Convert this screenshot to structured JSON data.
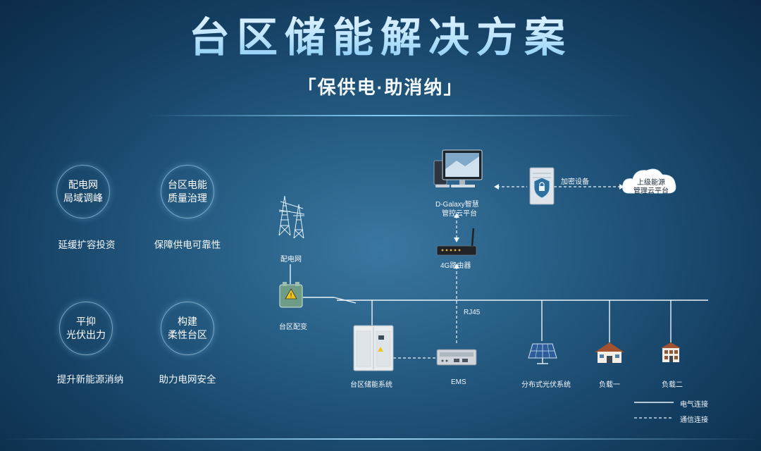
{
  "title": "台区储能解决方案",
  "subtitle": "「保供电·助消纳」",
  "benefits": [
    {
      "line1": "配电网",
      "line2": "局域调峰",
      "caption": "延缓扩容投资"
    },
    {
      "line1": "台区电能",
      "line2": "质量治理",
      "caption": "保障供电可靠性"
    },
    {
      "line1": "平抑",
      "line2": "光伏出力",
      "caption": "提升新能源消纳"
    },
    {
      "line1": "构建",
      "line2": "柔性台区",
      "caption": "助力电网安全"
    }
  ],
  "diagram": {
    "grid": "配电网",
    "transformer": "台区配变",
    "platform_line1": "D-Galaxy智慧",
    "platform_line2": "管控云平台",
    "encryption": "加密设备",
    "cloud_line1": "上级能源",
    "cloud_line2": "管理云平台",
    "router": "4G路由器",
    "rj45": "RJ45",
    "storage": "台区储能系统",
    "ems": "EMS",
    "pv": "分布式光伏系统",
    "load1": "负载一",
    "load2": "负载二"
  },
  "legend": {
    "electrical": "电气连接",
    "communication": "通信连接"
  },
  "colors": {
    "accent": "#8fd0ff",
    "warning": "#f0c419"
  }
}
